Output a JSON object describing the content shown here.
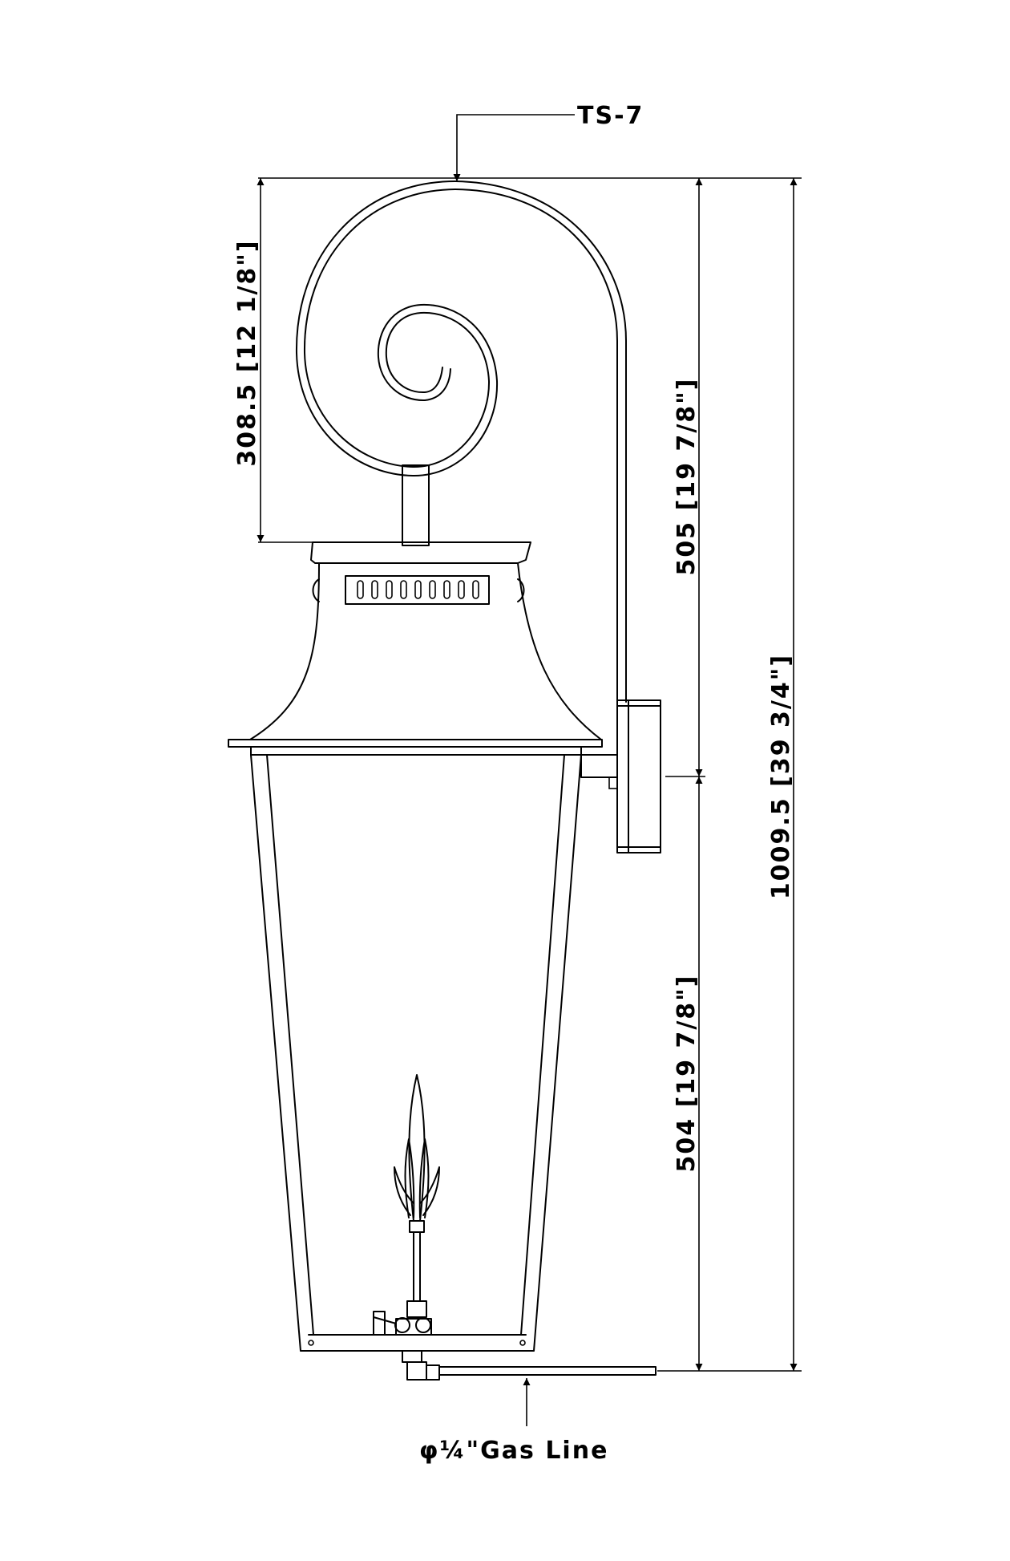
{
  "labels": {
    "top_tag": "TS-7",
    "gas_line": "φ¼\"Gas Line"
  },
  "dimensions": {
    "arm_height": "308.5 [12 1/8\"]",
    "upper_height": "505 [19 7/8\"]",
    "lower_height": "504 [19 7/8\"]",
    "overall_height": "1009.5 [39 3/4\"]"
  }
}
